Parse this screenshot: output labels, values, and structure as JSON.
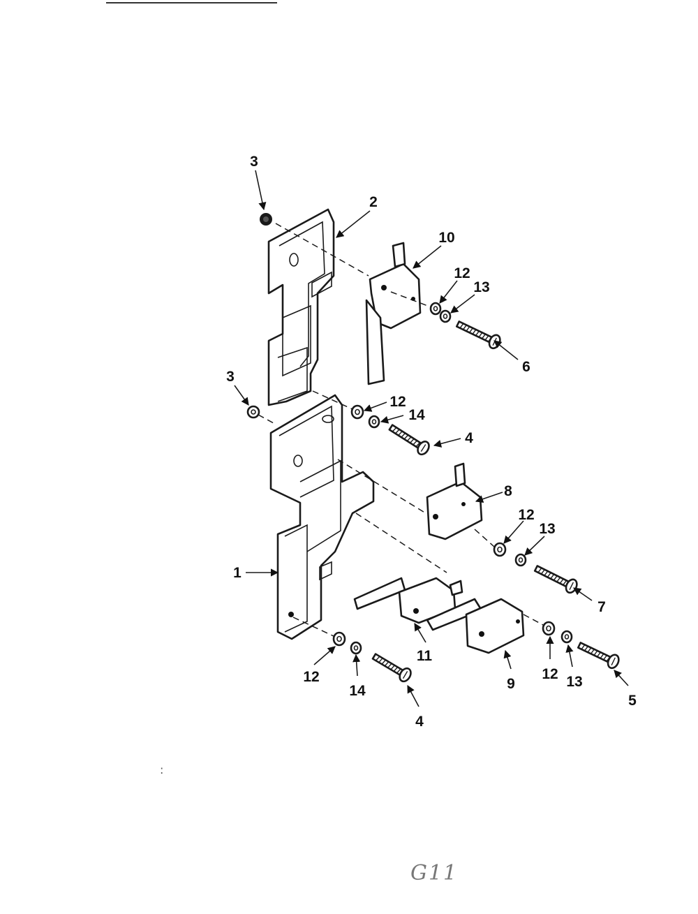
{
  "callouts": {
    "c1": "1",
    "c2": "2",
    "c3a": "3",
    "c3b": "3",
    "c4a": "4",
    "c4b": "4",
    "c5": "5",
    "c6": "6",
    "c7": "7",
    "c8": "8",
    "c9": "9",
    "c10": "10",
    "c11": "11",
    "c12a": "12",
    "c12b": "12",
    "c12c": "12",
    "c12d": "12",
    "c12e": "12",
    "c13a": "13",
    "c13b": "13",
    "c13c": "13",
    "c14a": "14",
    "c14b": "14"
  },
  "handwritten_note": "G11",
  "margin_mark": ":"
}
